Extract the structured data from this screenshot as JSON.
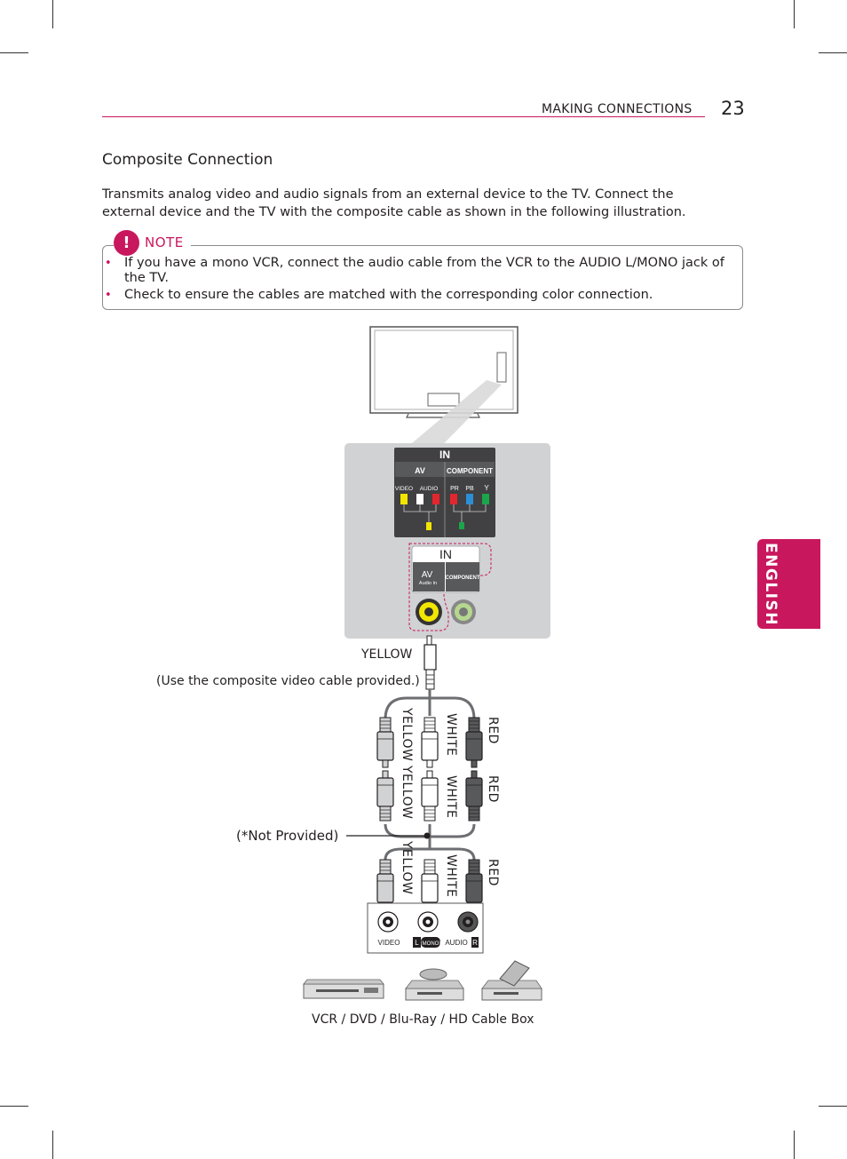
{
  "header": {
    "running_head": "MAKING CONNECTIONS",
    "page_number": "23"
  },
  "section": {
    "title": "Composite Connection",
    "intro": "Transmits analog video and audio signals from an external device to the TV. Connect the external device and the TV with the composite cable as shown in the following illustration."
  },
  "note": {
    "icon_glyph": "!",
    "label": "NOTE",
    "items": [
      "If you have a mono VCR, connect the audio cable from the VCR to the AUDIO L/MONO jack of the TV.",
      "Check to ensure the cables are matched with the corresponding color connection."
    ]
  },
  "side_tab": {
    "label": "ENGLISH"
  },
  "diagram": {
    "panel_a": {
      "in": "IN",
      "av": "AV",
      "component": "COMPONENT",
      "video": "VIDEO",
      "audio": "AUDIO",
      "pr": "PR",
      "pb": "PB",
      "y": "Y"
    },
    "panel_b": {
      "in": "IN",
      "av": "AV",
      "audio_in": "Audio In",
      "component": "COMPONENT"
    },
    "cable_labels": {
      "yellow_top": "YELLOW",
      "provided_note": "(Use the composite video cable provided.)",
      "not_provided": "(*Not Provided)",
      "col1_a": "YELLOW",
      "col1_b": "YELLOW",
      "col1_c": "YELLOW",
      "col2_a": "WHITE",
      "col2_b": "WHITE",
      "col2_c": "WHITE",
      "col3_a": "RED",
      "col3_b": "RED",
      "col3_c": "RED"
    },
    "device_panel": {
      "video": "VIDEO",
      "l": "L",
      "mono": "(MONO)",
      "audio": "AUDIO",
      "r": "R"
    },
    "devices_caption": "VCR / DVD / Blu-Ray / HD Cable Box"
  },
  "colors": {
    "accent": "#c8175d",
    "jack_yellow": "#f2e600",
    "jack_red": "#e3262d",
    "jack_blue": "#2b8fd6",
    "jack_green": "#1aa64a",
    "panel_gray": "#d1d2d4"
  }
}
